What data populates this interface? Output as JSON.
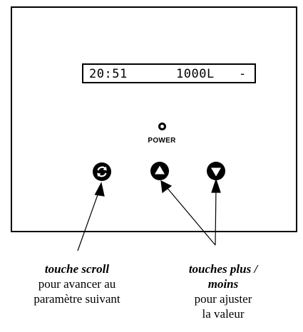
{
  "display": {
    "time": "20:51",
    "volume": "1000L",
    "symbol": "-"
  },
  "power": {
    "label": "POWER"
  },
  "buttons": {
    "scroll_icon": "refresh-circle-icon",
    "up_icon": "up-triangle-circle-icon",
    "down_icon": "down-triangle-circle-icon"
  },
  "captions": {
    "scroll": {
      "title": "touche scroll",
      "line1": "pour avancer au",
      "line2": "paramètre suivant"
    },
    "plus_minus": {
      "title_line1": "touches plus /",
      "title_line2": "moins",
      "line1": "pour ajuster",
      "line2": "la valeur"
    }
  }
}
